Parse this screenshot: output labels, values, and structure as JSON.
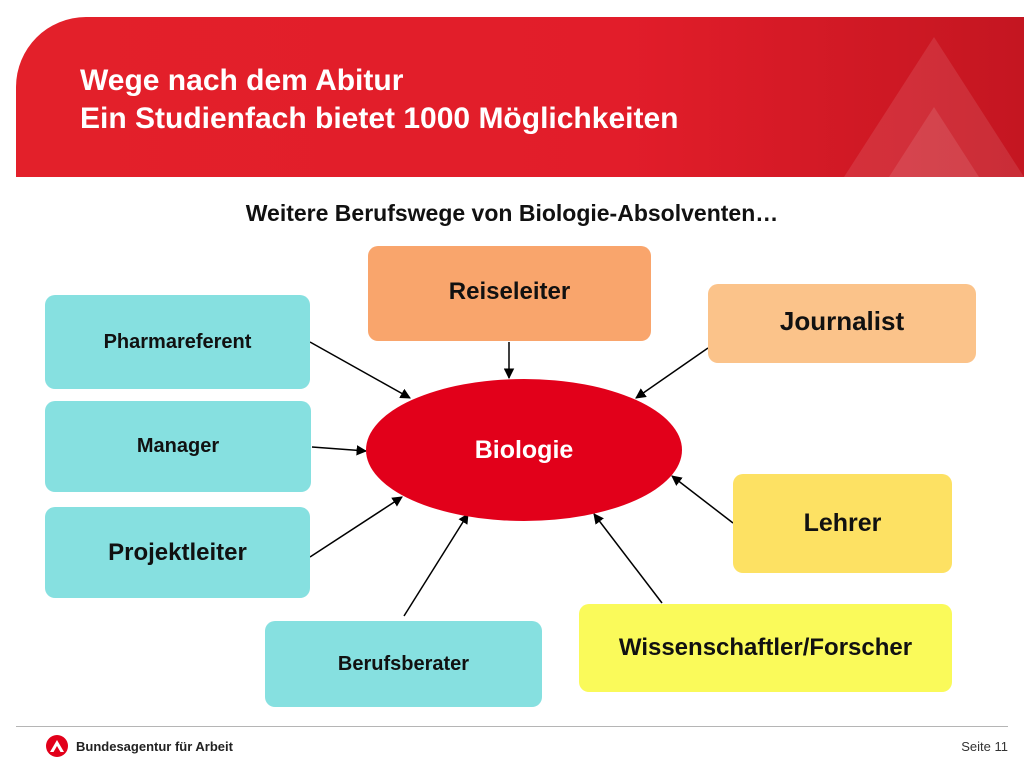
{
  "header": {
    "title_line1": "Wege nach dem Abitur",
    "title_line2": "Ein Studienfach bietet 1000 Möglichkeiten"
  },
  "subtitle": "Weitere Berufswege von Biologie-Absolventen…",
  "center": "Biologie",
  "boxes": {
    "pharmareferent": "Pharmareferent",
    "manager": "Manager",
    "projektleiter": "Projektleiter",
    "berufsberater": "Berufsberater",
    "reiseleiter": "Reiseleiter",
    "journalist": "Journalist",
    "lehrer": "Lehrer",
    "wissenschaftler": "Wissenschaftler/Forscher"
  },
  "footer": {
    "logo_text": "Bundesagentur für Arbeit",
    "page": "Seite 11"
  },
  "colors": {
    "header_red": "#e3202a",
    "center_red": "#e2001a",
    "cyan": "#86e0e0",
    "salmon": "#f9a56c",
    "peach": "#fbc38a",
    "yellow": "#fde163",
    "light_yellow": "#fafa5a"
  }
}
